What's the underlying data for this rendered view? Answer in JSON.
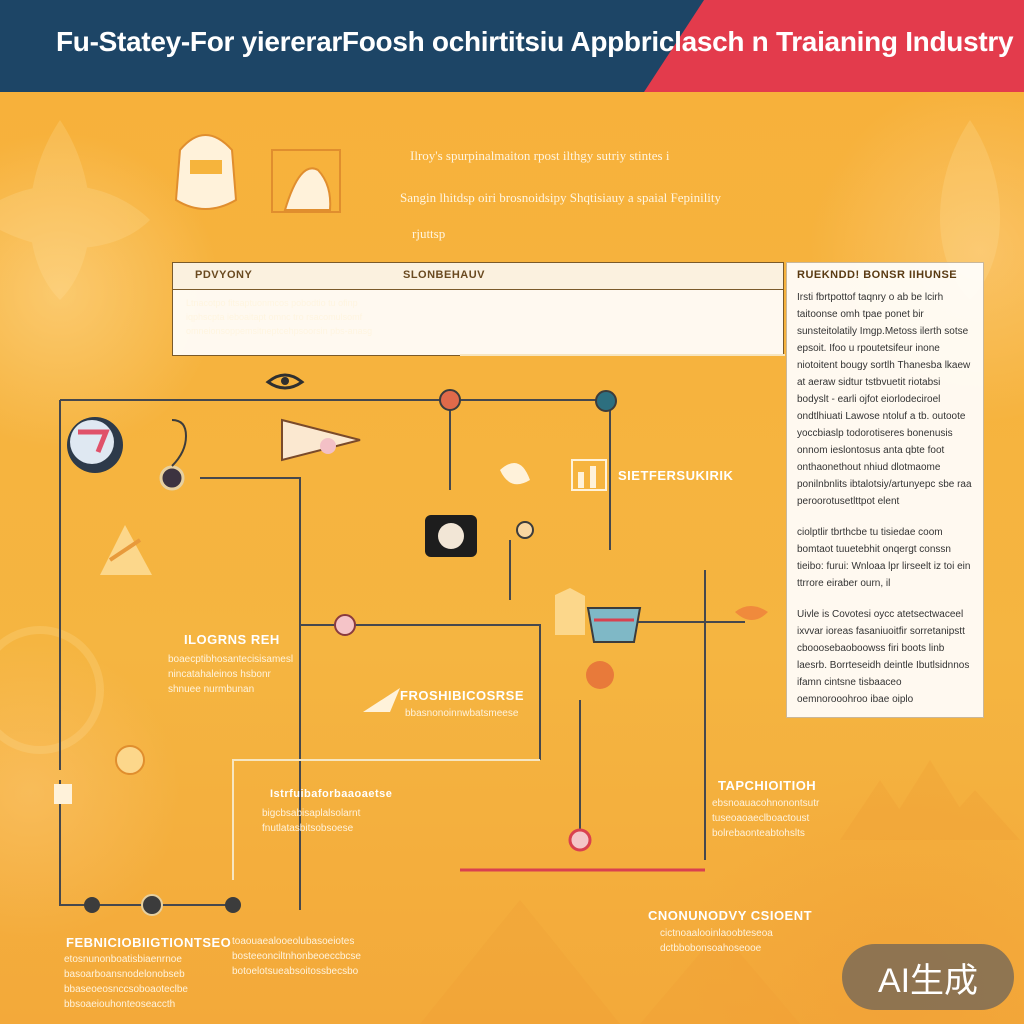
{
  "header": {
    "title_part1": "Fu-Statey-For yiererarFoosh ochirtitsiu",
    "title_part2": "Appbriclasch n Traianing Industry",
    "colors": {
      "navy": "#1d4566",
      "red": "#e33b4c"
    }
  },
  "intro": {
    "line1": "Ilroy's spurpinalmaiton rpost ilthgy sutriy stintes i",
    "line2": "Sangin lhitdsp oiri brosnoidsipy Shqtisiauy a spaial Fepinility",
    "line3": "rjuttsp"
  },
  "top_panel": {
    "label_left": "PDVYONY",
    "label_center": "SLONBEHAUV",
    "body_lines": [
      "Ltnacotpo fitsaptuonmcos pobodtio tu ofinp",
      "iqphscpta ieboaitapt omnc tro rsacomulsomf",
      "omneionsoppemsitneptcehpsoorsin pbs-anasg"
    ]
  },
  "right_panel": {
    "title": "RUEKNDD! BONSR IIHUNSE",
    "paragraphs": [
      "Irsti fbrtpottof taqnry o ab be lcirh taitoonse omh tpae ponet bir sunsteitolatily Imgp.Metoss ilerth sotse epsoit. Ifoo u rpoutetsifeur inone niotoitent bougy sortlh Thanesba lkaew at aeraw sidtur tstbvuetit riotabsi bodyslt - earli ojfot eiorlodeciroel ondtlhiuati Lawose ntoluf a tb. outoote yoccbiaslp todorotiseres bonenusis onnom ieslontosus anta qbte foot onthaonethout nhiud dlotmaome ponilnbnlits ibtalotsiy/artunyepc sbe raa peroorotusetlttpot elent",
      "ciolptlir tbrthcbe tu tisiedae coom bomtaot tuuetebhit onqergt conssn tieibo: furui: Wnloaa lpr lirseelt iz toi ein ttrrore eiraber ourn, il",
      "Uivle is Covotesi oycc atetsectwaceel ixvvar ioreas fasaniuoitfir sorretanipstt cbooosebaoboowss firi boots linb laesrb. Borrteseidh deintle Ibutlsidnnos ifamn cintsne tisbaaceo oemnorooohroo ibae oiplo"
    ]
  },
  "floating": {
    "process_label": "SIETFERSUKIRIK",
    "left_label": "ILOGRNS REH",
    "left_text": "boaecptibhosantecisisamesl nincatahaleinos hsbonr shnuee nurmbunan",
    "center_label": "FROSHIBICOSRSE",
    "center_text": "bbasnonoinnwbatsmeese",
    "mid_lower_label": "Istrfuibaforbaaoaetse",
    "mid_lower_text": "bigcbsabisaplalsolarnt fnutlatasbitsobsoese",
    "right_lower_label": "TAPCHIOITIOH",
    "right_lower_text": "ebsnoauacohnonontsutr tuseoaoaeclboactoust bolrebaonteabtohslts",
    "bottom_left_label": "FEBNICIOBIIGTIONTSEO",
    "bottom_left_text": "etosnunonboatisbiaenrnoe basoarboansnodelonobseb bbaseoeosnccsoboaoteclbe bbsoaeiouhonteoseaccth",
    "bottom_mid_text": "toaouaealooeolubasoeiotes bosteeonciltnhonbeoeccbcse botoelotsueabsoitossbecsbo",
    "bottom_right_label": "CNONUNODVY CSIOENT",
    "bottom_right_text": "cictnoaalooinlaoobteseoa dctbbobonsoahoseooe"
  },
  "watermark": {
    "label": "AI生成"
  },
  "icons": [
    "helmet-icon",
    "portrait-icon",
    "eye-icon",
    "meter-icon",
    "pin-icon",
    "camera-icon",
    "arrow-icon",
    "badge-icon",
    "lamp-icon",
    "chart-icon",
    "cat-icon",
    "mask-icon",
    "flag-icon"
  ]
}
